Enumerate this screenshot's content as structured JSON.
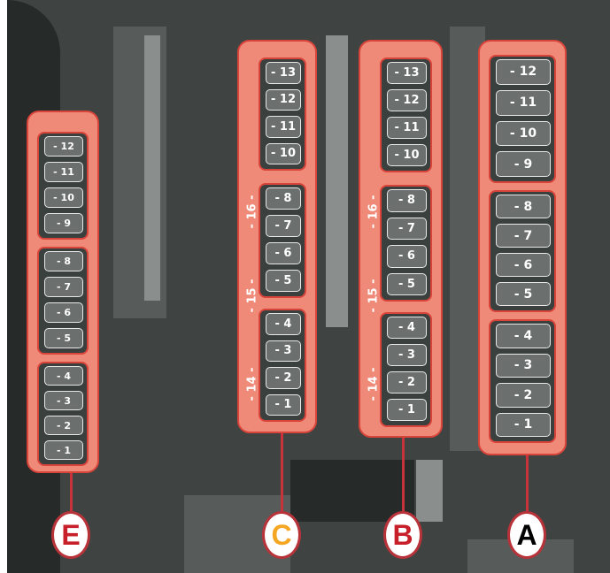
{
  "colors": {
    "panel_fill": "#f08a78",
    "panel_border": "#d9443a",
    "label_E": "#c8202a",
    "label_C": "#f5a623",
    "label_B": "#c8202a",
    "label_A": "#000000"
  },
  "panels": [
    {
      "label": "E",
      "groups": [
        [
          "12",
          "11",
          "10",
          "9"
        ],
        [
          "8",
          "7",
          "6",
          "5"
        ],
        [
          "4",
          "3",
          "2",
          "1"
        ]
      ],
      "side_labels": []
    },
    {
      "label": "C",
      "groups": [
        [
          "13",
          "12",
          "11",
          "10"
        ],
        [
          "8",
          "7",
          "6",
          "5"
        ],
        [
          "4",
          "3",
          "2",
          "1"
        ]
      ],
      "side_labels": [
        "16",
        "15",
        "14"
      ]
    },
    {
      "label": "B",
      "groups": [
        [
          "13",
          "12",
          "11",
          "10"
        ],
        [
          "8",
          "7",
          "6",
          "5"
        ],
        [
          "4",
          "3",
          "2",
          "1"
        ]
      ],
      "side_labels": [
        "16",
        "15",
        "14"
      ]
    },
    {
      "label": "A",
      "groups": [
        [
          "12",
          "11",
          "10",
          "9"
        ],
        [
          "8",
          "7",
          "6",
          "5"
        ],
        [
          "4",
          "3",
          "2",
          "1"
        ]
      ],
      "side_labels": []
    }
  ]
}
